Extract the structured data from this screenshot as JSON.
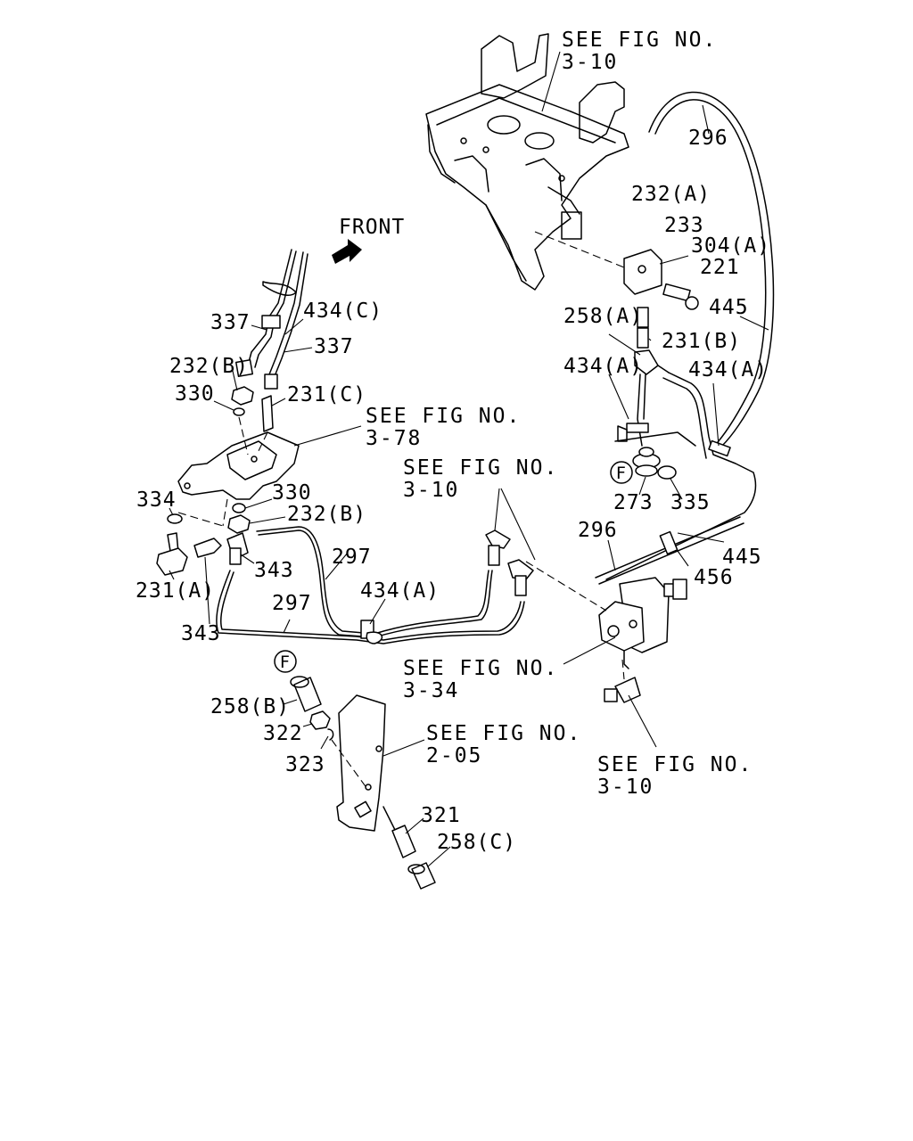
{
  "front_label": "FRONT",
  "ref_labels": [
    "SEE FIG NO.",
    "3-10",
    "SEE FIG NO.",
    "3-78",
    "SEE FIG NO.",
    "3-10",
    "SEE FIG NO.",
    "3-34",
    "SEE FIG NO.",
    "2-05",
    "SEE FIG NO.",
    "3-10"
  ],
  "part_labels": [
    "296",
    "232(A)",
    "233",
    "304(A)",
    "221",
    "445",
    "258(A)",
    "231(B)",
    "434(A)",
    "434(A)",
    "273",
    "335",
    "296",
    "445",
    "456",
    "337",
    "434(C)",
    "337",
    "232(B)",
    "330",
    "231(C)",
    "334",
    "330",
    "232(B)",
    "231(A)",
    "343",
    "343",
    "297",
    "297",
    "434(A)",
    "258(B)",
    "322",
    "323",
    "321",
    "258(C)"
  ],
  "callout_letters": [
    "F",
    "F"
  ]
}
